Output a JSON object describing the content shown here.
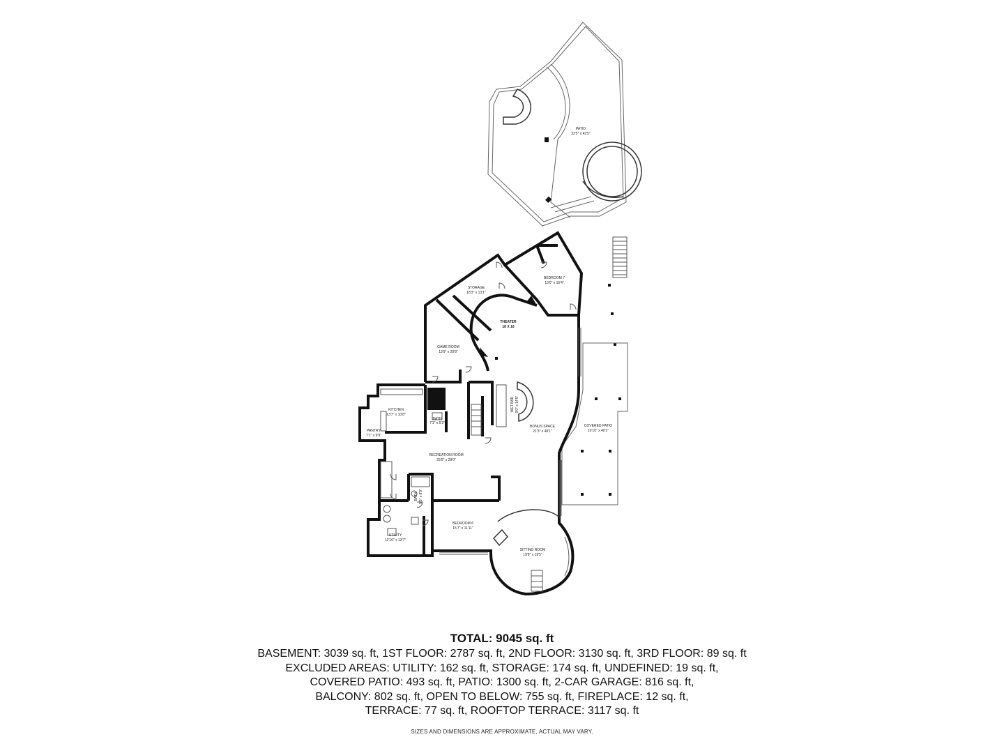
{
  "rooms": {
    "patio": {
      "name": "PATIO",
      "dim": "32'5\" x 42'5\""
    },
    "storage": {
      "name": "STORAGE",
      "dim": "18'3\" x 13'1\""
    },
    "bedroom7": {
      "name": "BEDROOM 7",
      "dim": "13'0\" x 16'4\""
    },
    "theater": {
      "name": "THEATER",
      "dim": "18 X 18"
    },
    "game_room": {
      "name": "GAME ROOM",
      "dim": "13'9\" x 20'8\""
    },
    "kitchen": {
      "name": "KITCHEN",
      "dim": "13'7\" x 10'8\""
    },
    "bath1": {
      "name": "BATH",
      "dim": "7'1\" x 5'3\""
    },
    "pantry": {
      "name": "PANTRY",
      "dim": "7'1\" x 9'9\""
    },
    "wet_bar": {
      "name": "WET BAR",
      "dim": "9'0\" x 14'5\""
    },
    "bonus_space": {
      "name": "BONUS SPACE",
      "dim": "21'3\" x 48'1\""
    },
    "covered_patio": {
      "name": "COVERED PATIO",
      "dim": "10'10\" x 40'1\""
    },
    "recreation_room": {
      "name": "RECREATION ROOM",
      "dim": "25'5\" x 29'0\""
    },
    "bath2": {
      "name": "BATH",
      "dim": "5'5\" x 8'9\""
    },
    "bedroom6": {
      "name": "BEDROOM 6",
      "dim": "15'7\" x 11'11\""
    },
    "utility": {
      "name": "UTILITY",
      "dim": "12'10\" x 13'7\""
    },
    "sitting_room": {
      "name": "SITTING ROOM",
      "dim": "19'8\" x 19'5\""
    }
  },
  "summary": {
    "total": "TOTAL: 9045 sq. ft",
    "lines": [
      "BASEMENT: 3039 sq. ft, 1ST FLOOR: 2787 sq. ft, 2ND FLOOR: 3130 sq. ft, 3RD FLOOR: 89 sq. ft",
      "EXCLUDED AREAS: UTILITY: 162 sq. ft, STORAGE: 174 sq. ft, UNDEFINED: 19 sq. ft,",
      "COVERED PATIO: 493 sq. ft, PATIO: 1300 sq. ft, 2-CAR GARAGE: 816 sq. ft,",
      "BALCONY: 802 sq. ft, OPEN TO BELOW: 755 sq. ft, FIREPLACE: 12 sq. ft,",
      "TERRACE: 77 sq. ft, ROOFTOP TERRACE: 3117 sq. ft"
    ],
    "disclaimer": "SIZES AND DIMENSIONS ARE APPROXIMATE, ACTUAL MAY VARY."
  }
}
